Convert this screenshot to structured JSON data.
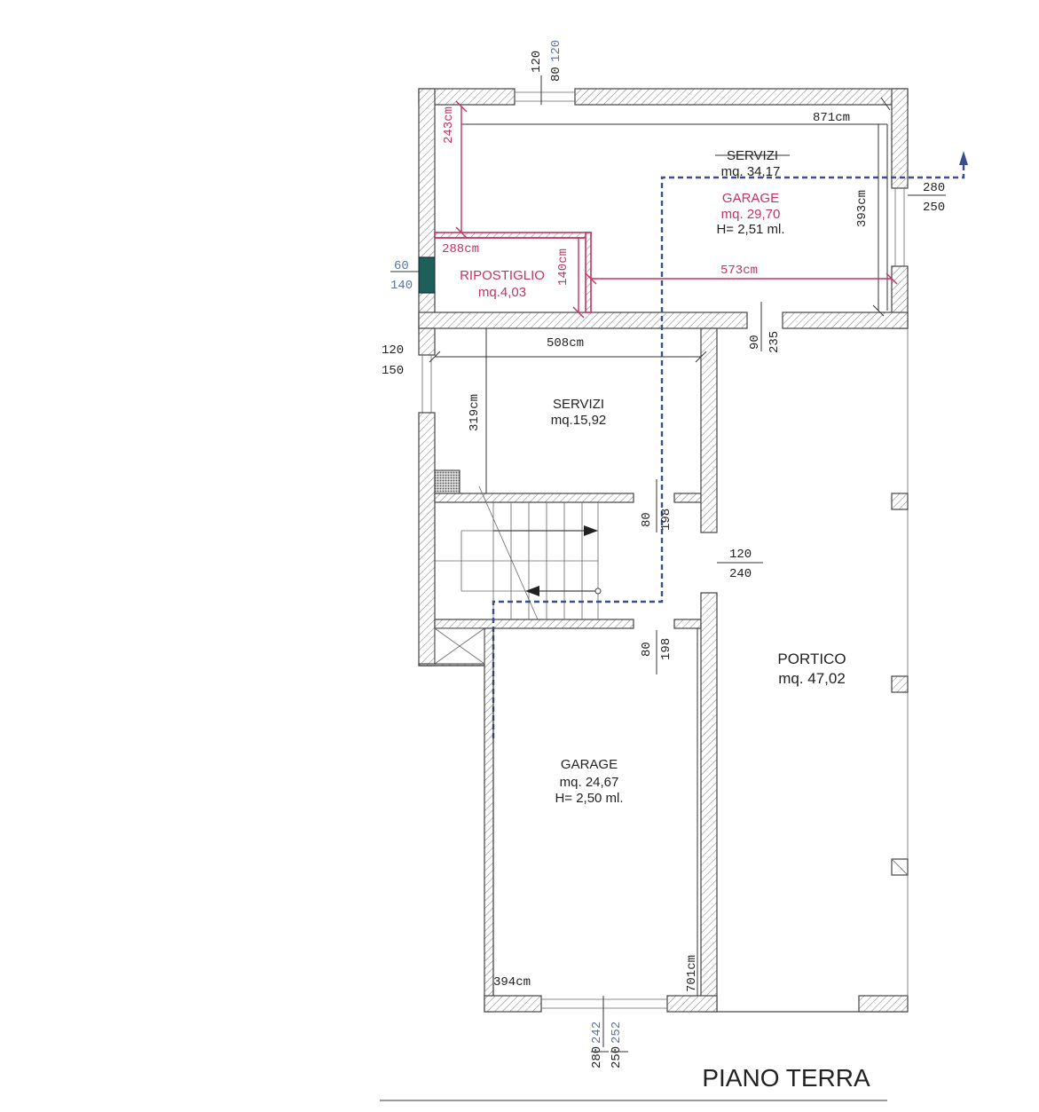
{
  "title": "PIANO TERRA",
  "colors": {
    "wall": "#444444",
    "accent_pink": "#c2345f",
    "accent_blue": "#3b4f8f",
    "chimney": "#1f5f5a"
  },
  "rooms": [
    {
      "name": "SERVIZI",
      "area": "mq. 34,17"
    },
    {
      "name": "GARAGE",
      "area": "mq. 29,70",
      "height": "H= 2,51 ml."
    },
    {
      "name": "RIPOSTIGLIO",
      "area": "mq.4,03"
    },
    {
      "name": "SERVIZI",
      "area": "mq.15,92"
    },
    {
      "name": "PORTICO",
      "area": "mq. 47,02"
    },
    {
      "name": "GARAGE",
      "area": "mq. 24,67",
      "height": "H= 2,50 ml."
    }
  ],
  "dimensions": {
    "d871": "871cm",
    "d393": "393cm",
    "d573": "573cm",
    "d243": "243cm",
    "d288": "288cm",
    "d140": "140cm",
    "d508": "508cm",
    "d319": "319cm",
    "d394": "394cm",
    "d701": "701cm"
  },
  "openings": {
    "top_window": {
      "a": "120",
      "b": "80",
      "c": "120"
    },
    "right_window": {
      "a": "280",
      "b": "250"
    },
    "left_small": {
      "a": "60",
      "b": "140"
    },
    "left_window": {
      "a": "120",
      "b": "150"
    },
    "mid_door": {
      "a": "90",
      "b": "235"
    },
    "stair_door1": {
      "a": "80",
      "b": "198"
    },
    "portico_door": {
      "a": "120",
      "b": "240"
    },
    "stair_door2": {
      "a": "80",
      "b": "198"
    },
    "bottom_window": {
      "a": "280",
      "b": "242",
      "c": "250",
      "d": "252"
    }
  }
}
